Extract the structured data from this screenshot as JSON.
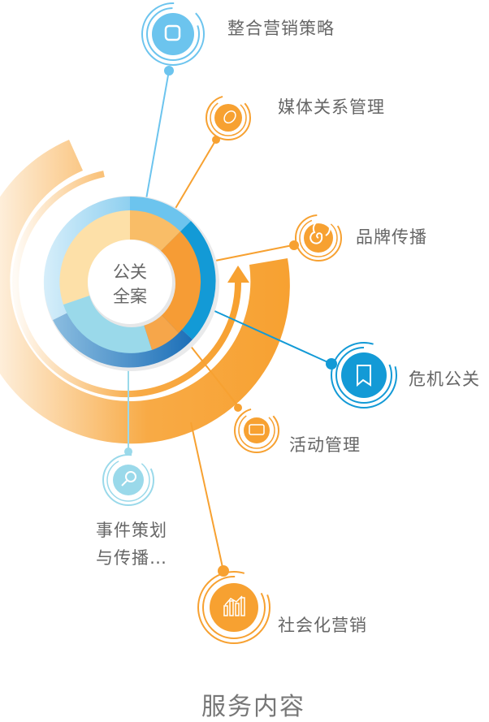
{
  "center": {
    "line1": "公关",
    "line2": "全案"
  },
  "services": [
    {
      "label": "整合营销策略",
      "icon": "square-icon",
      "color": "#6cc4ee"
    },
    {
      "label": "媒体关系管理",
      "icon": "microphone-icon",
      "color": "#f7a131"
    },
    {
      "label": "品牌传播",
      "icon": "spiral-icon",
      "color": "#f7a131"
    },
    {
      "label": "危机公关",
      "icon": "shield-icon",
      "color": "#139ad6"
    },
    {
      "label": "活动管理",
      "icon": "ticket-icon",
      "color": "#f7a131"
    },
    {
      "label_line1": "事件策划",
      "label_line2": "与传播…",
      "icon": "magnifier-icon",
      "color": "#9ad9ea"
    },
    {
      "label": "社会化营销",
      "icon": "bar-chart-icon",
      "color": "#f7a131"
    }
  ],
  "title": "服务内容"
}
